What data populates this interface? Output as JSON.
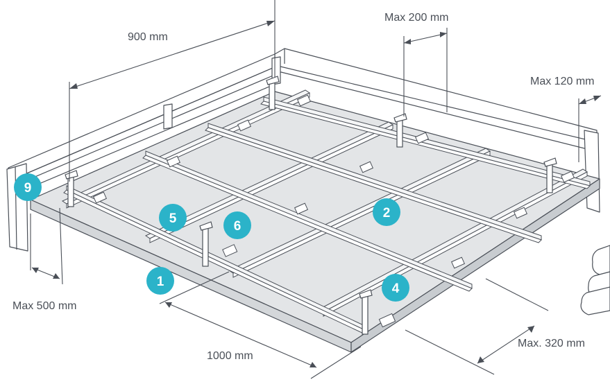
{
  "dimensions": {
    "d900": "900 mm",
    "dMax200": "Max 200 mm",
    "dMax120": "Max 120 mm",
    "dMax500": "Max 500 mm",
    "d1000": "1000 mm",
    "dMax320": "Max. 320 mm"
  },
  "badges": {
    "b1": "1",
    "b2": "2",
    "b4": "4",
    "b5": "5",
    "b6": "6",
    "b9": "9"
  },
  "colors": {
    "badge": "#2bb3c9",
    "line": "#4a4f57",
    "board": "#e3e5e7"
  }
}
